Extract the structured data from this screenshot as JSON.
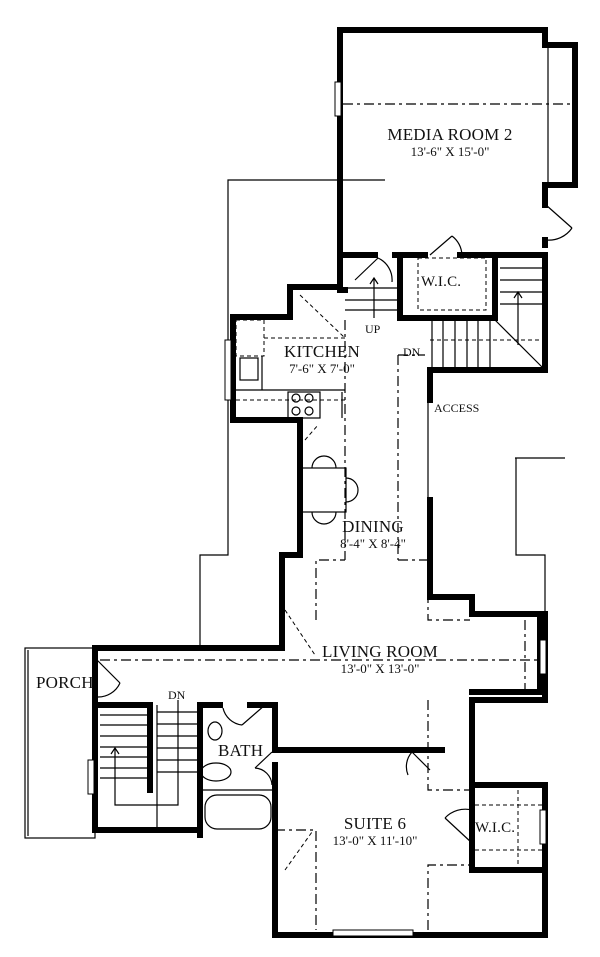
{
  "plan": {
    "rooms": [
      {
        "id": "media-room-2",
        "name": "MEDIA ROOM 2",
        "dims": "13'-6\" X 15'-0\""
      },
      {
        "id": "kitchen",
        "name": "KITCHEN",
        "dims": "7'-6\" X 7'-0\""
      },
      {
        "id": "dining",
        "name": "DINING",
        "dims": "8'-4\" X 8'-4\""
      },
      {
        "id": "living-room",
        "name": "LIVING ROOM",
        "dims": "13'-0\" X 13'-0\""
      },
      {
        "id": "suite-6",
        "name": "SUITE 6",
        "dims": "13'-0\" X 11'-10\""
      },
      {
        "id": "porch",
        "name": "PORCH",
        "dims": ""
      },
      {
        "id": "bath",
        "name": "BATH",
        "dims": ""
      },
      {
        "id": "wic-upper",
        "name": "W.I.C.",
        "dims": ""
      },
      {
        "id": "wic-lower",
        "name": "W.I.C.",
        "dims": ""
      }
    ],
    "annotations": {
      "up": "UP",
      "dn_upper": "DN",
      "dn_lower": "DN",
      "access": "ACCESS"
    }
  }
}
